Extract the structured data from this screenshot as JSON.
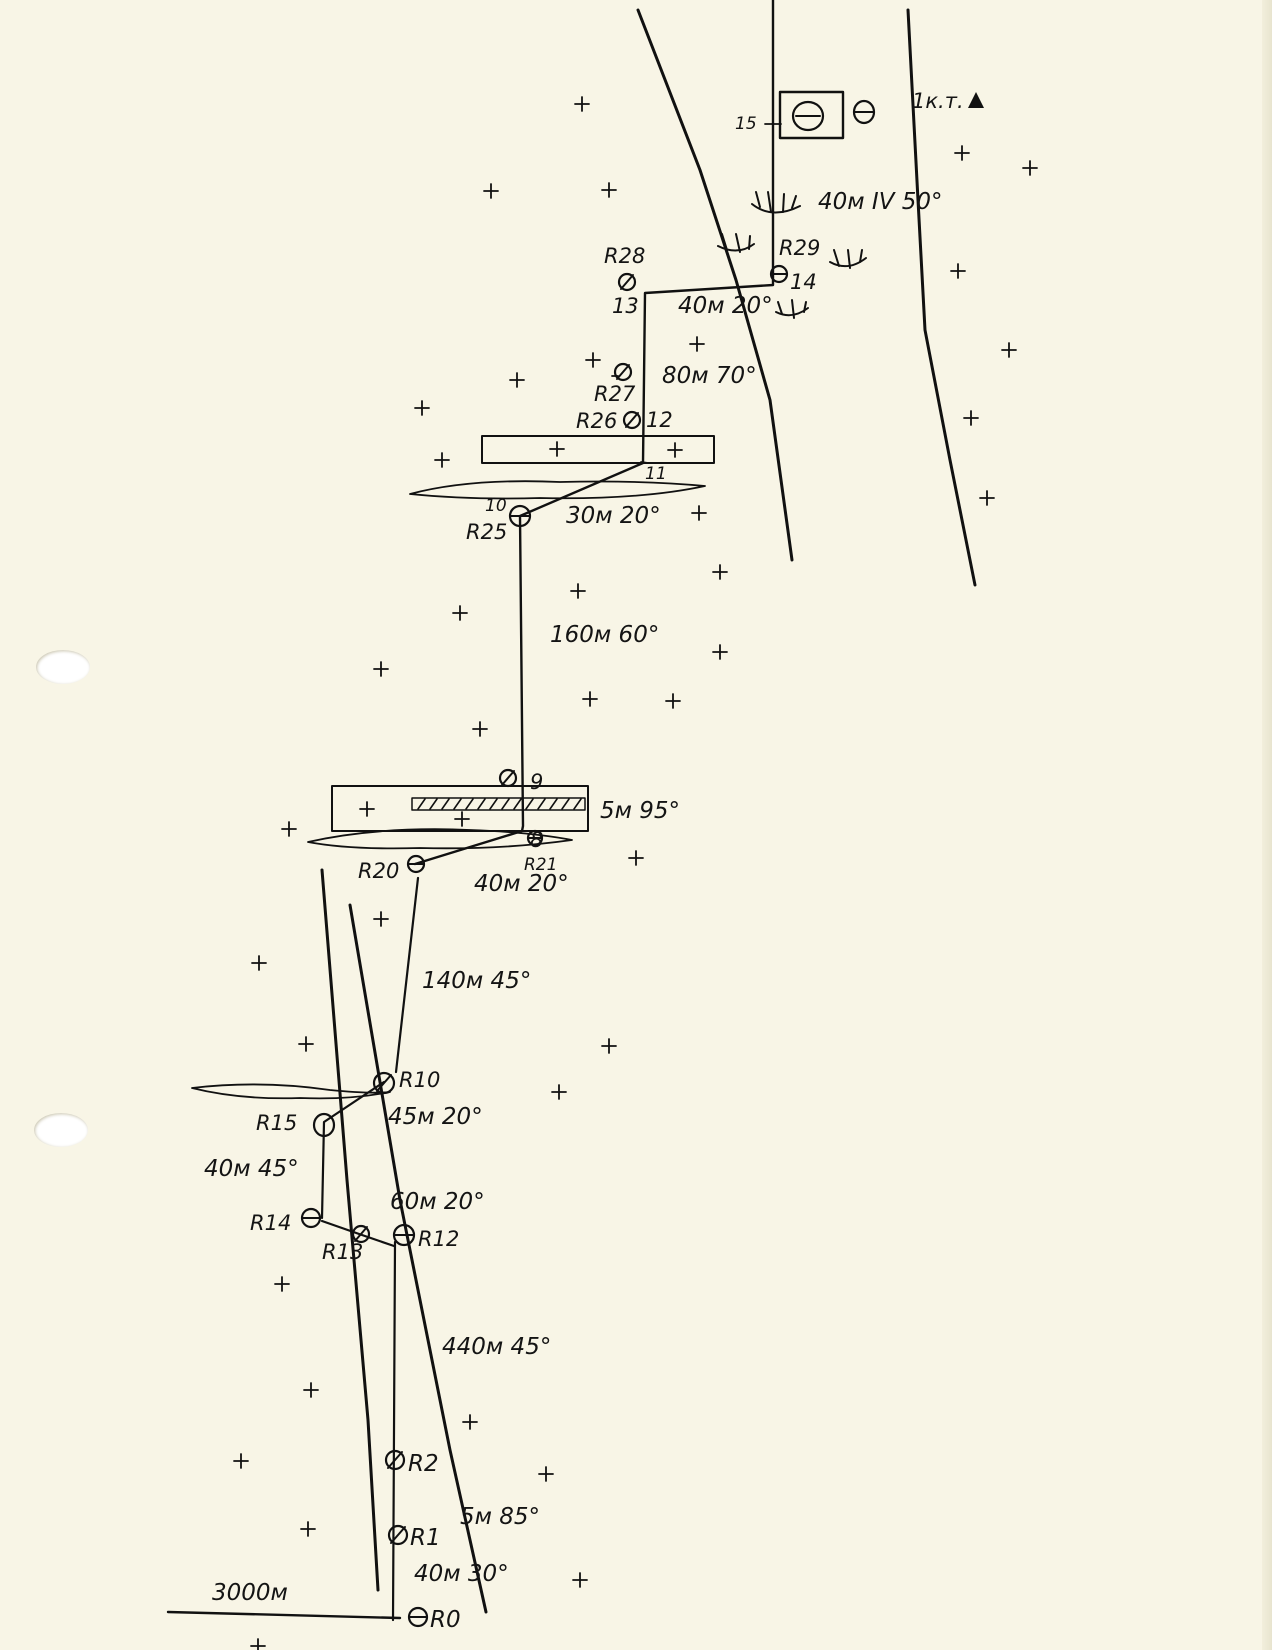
{
  "stations": {
    "s15": "15",
    "s14": "14",
    "s13": "13",
    "s12": "12",
    "s11": "11",
    "s10": "10",
    "s9": "9",
    "s8": "8"
  },
  "anchors": {
    "r29": "R29",
    "r28": "R28",
    "r27": "R27",
    "r26": "R26",
    "r25": "R25",
    "r21": "R21",
    "r20": "R20",
    "r15": "R15",
    "r14": "R14",
    "r13": "R13",
    "r12": "R12",
    "r10": "R10",
    "r2": "R2",
    "r1": "R1",
    "r0": "R0"
  },
  "pitches": {
    "p14_15": "40м IV 50°",
    "p13_14": "40м 20°",
    "p12_13": "80м 70°",
    "p10_11": "30м 20°",
    "p9_10": "160м 60°",
    "p8_9": "5м 95°",
    "p20_8": "40м 20°",
    "p10_20": "140м 45°",
    "p15_10": "45м 20°",
    "p14_15r": "40м 45°",
    "p12_15r": "60м 20°",
    "p2_12": "440м 45°",
    "p1_2": "5м 85°",
    "p0_1": "40м 30°"
  },
  "elevation": "3000м",
  "summit": "1к.т."
}
